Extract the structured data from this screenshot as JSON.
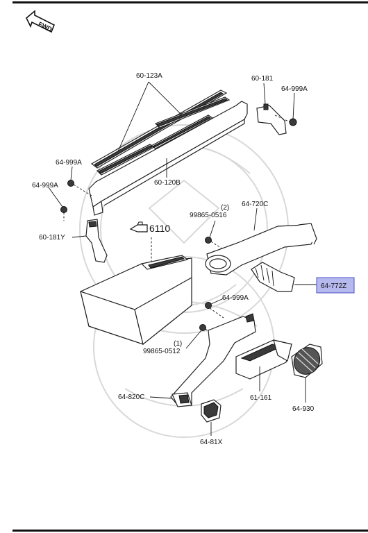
{
  "diagram": {
    "fwd_label": "FWD",
    "labels": {
      "p_60_123A": "60-123A",
      "p_60_181": "60-181",
      "p_64_999A_top": "64-999A",
      "p_64_999A_left1": "64-999A",
      "p_64_999A_left2": "64-999A",
      "p_60_120B": "60-120B",
      "p_99865_0516": "99865-0516",
      "p_99865_0516_qty": "(2)",
      "p_64_720C": "64-720C",
      "p_60_181Y": "60-181Y",
      "p_6110": "6110",
      "p_64_772Z": "64-772Z",
      "p_64_999A_mid": "64-999A",
      "p_99865_0512_qty": "(1)",
      "p_99865_0512": "99865-0512",
      "p_64_820C": "64-820C",
      "p_61_161": "61-161",
      "p_64_930": "64-930",
      "p_64_81X": "64-81X"
    },
    "highlight_color": "#b6b9ee",
    "highlight_border": "#4a4fc4"
  }
}
